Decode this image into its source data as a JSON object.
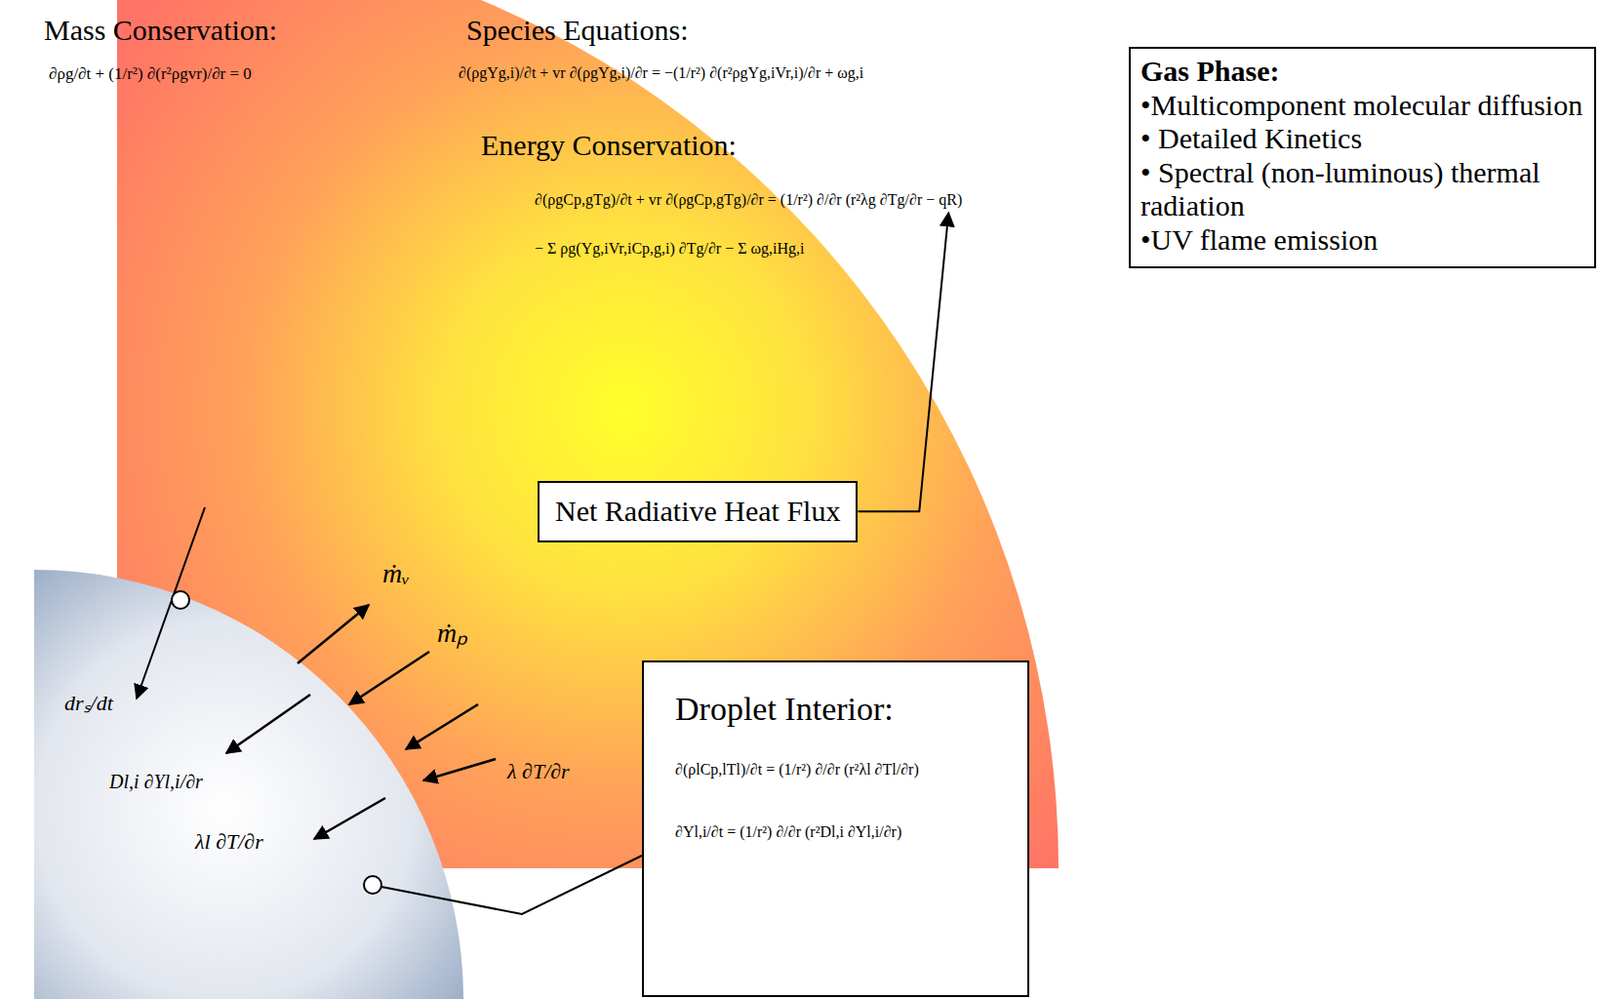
{
  "diagram": {
    "nodes": [
      {
        "text": [
          "Gas Phase:",
          "•Multicomponent molecular diffusion",
          "• Detailed Kinetics",
          "• Spectral (non-luminous) thermal radiation",
          "•UV flame emission"
        ]
      },
      {
        "text": [
          "Net Radiative Heat Flux"
        ]
      },
      {
        "text": [
          "Droplet Interior:",
          "∂(ρlCp,lTl)/∂t = (1/r²) ∂/∂r (r²λl ∂Tl/∂r)",
          "∂Yl,i/∂t = (1/r²) ∂/∂r (r²Dl,i ∂Yl,i/∂r)"
        ]
      }
    ],
    "labels": [
      "Mass Conservation:",
      "∂ρg/∂t + (1/r²) ∂(r²ρgvr)/∂r = 0",
      "Species Equations:",
      "∂(ρgYg,i)/∂t + vr ∂(ρgYg,i)/∂r = −(1/r²) ∂(r²ρgYg,iVr,i)/∂r + ωg,i",
      "Energy Conservation:",
      "∂(ρgCp,gTg)/∂t + vr ∂(ρgCp,gTg)/∂r = (1/r²) ∂/∂r (r²λg ∂Tg/∂r − qR)",
      "− Σ ρg(Yg,iVr,iCp,g,i) ∂Tg/∂r − Σ ωg,iHg,i",
      "ṁᵥ",
      "ṁₚ",
      "drₛ/dt",
      "Dl,i ∂Yl,i/∂r",
      "λl ∂T/∂r",
      "λ ∂T/∂r"
    ]
  }
}
